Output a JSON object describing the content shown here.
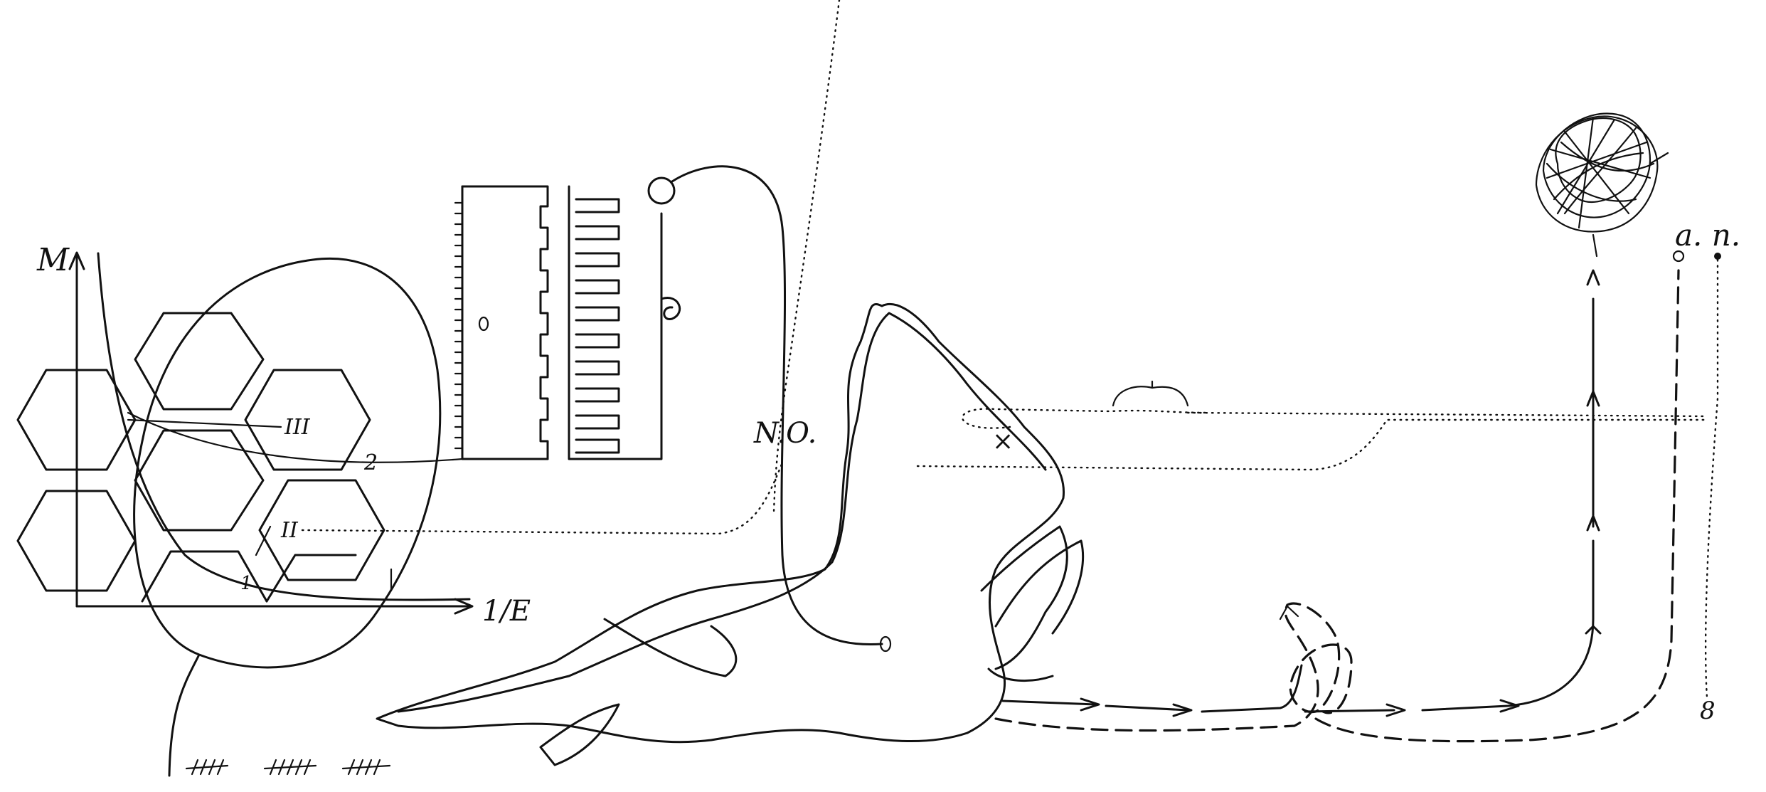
{
  "diagram": {
    "labels": {
      "y_axis": "M",
      "x_axis": "1/E",
      "hex_marker_1": "1",
      "hex_marker_2": "2",
      "hex_marker_3": "II",
      "hex_marker_4": "III",
      "node_label": "N.O.",
      "endpoint_label": "a. n.",
      "bottom_tally": "HHH HHHH HHH"
    },
    "colors": {
      "ink": "#111111",
      "paper": "#ffffff"
    }
  }
}
